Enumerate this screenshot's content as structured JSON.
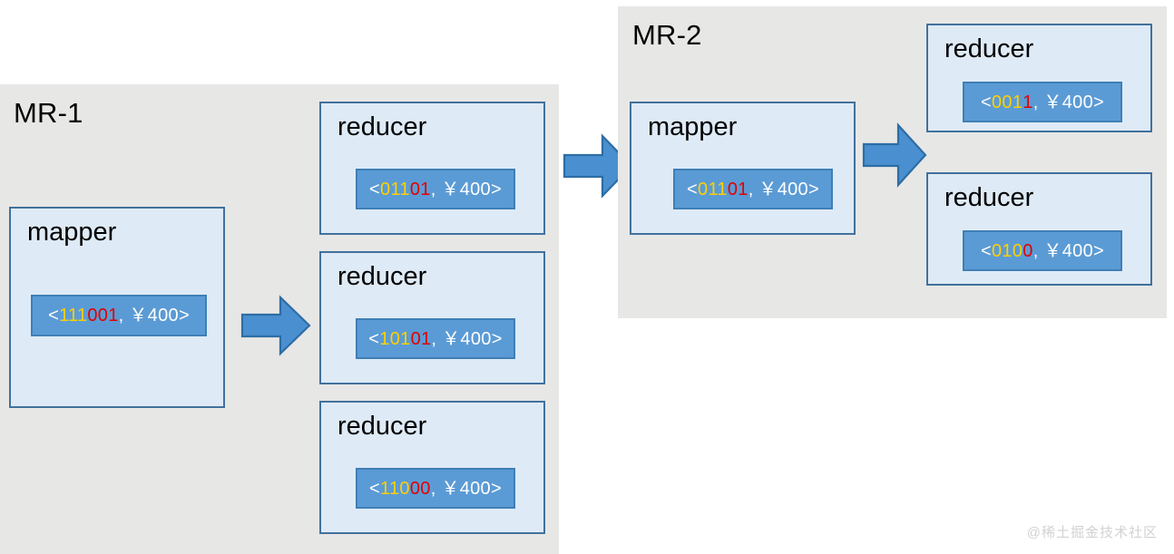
{
  "diagram": {
    "title_hidden": "",
    "background_color": "#ffffff",
    "panel_color": "#e7e7e6",
    "node_fill": "#deeaf6",
    "node_border": "#41719c",
    "chip_fill": "#5b9bd5",
    "chip_border": "#3f7fb5",
    "arrow_fill": "#4a8fd0",
    "arrow_border": "#2e6da4",
    "accent_yellow": "#ffd000",
    "accent_red": "#e00000"
  },
  "groups": [
    {
      "id": "mr1",
      "label": "MR-1"
    },
    {
      "id": "mr2",
      "label": "MR-2"
    }
  ],
  "mr1": {
    "mapper": {
      "title": "mapper",
      "chip": {
        "open": "<",
        "yellow": "111",
        "red": "001",
        "tail": ", ￥400>",
        "full_text": "<111001, ￥400>"
      }
    },
    "reducers": [
      {
        "title": "reducer",
        "chip": {
          "open": "<",
          "yellow": "011",
          "red": "01",
          "tail": ", ￥400>",
          "full_text": "<01101, ￥400>"
        }
      },
      {
        "title": "reducer",
        "chip": {
          "open": "<",
          "yellow": "101",
          "red": "01",
          "tail": ", ￥400>",
          "full_text": "<10101, ￥400>"
        }
      },
      {
        "title": "reducer",
        "chip": {
          "open": "<",
          "yellow": "110",
          "red": "00",
          "tail": ", ￥400>",
          "full_text": "<11000, ￥400>"
        }
      }
    ]
  },
  "mr2": {
    "mapper": {
      "title": "mapper",
      "chip": {
        "open": "<",
        "yellow": "011",
        "red": "01",
        "tail": ", ￥400>",
        "full_text": "<01101, ￥400>"
      }
    },
    "reducers": [
      {
        "title": "reducer",
        "chip": {
          "open": "<",
          "yellow": "001",
          "red": "1",
          "tail": ", ￥400>",
          "full_text": "<0011, ￥400>"
        }
      },
      {
        "title": "reducer",
        "chip": {
          "open": "<",
          "yellow": "010",
          "red": "0",
          "tail": ", ￥400>",
          "full_text": "<0100, ￥400>"
        }
      }
    ]
  },
  "arrows": [
    {
      "id": "arrow-1",
      "direction": "right",
      "from": "mr1-mapper",
      "to": "mr1-reducers"
    },
    {
      "id": "arrow-2",
      "direction": "right",
      "from": "mr1-reducers",
      "to": "mr2-mapper"
    },
    {
      "id": "arrow-3",
      "direction": "right",
      "from": "mr2-mapper",
      "to": "mr2-reducers"
    }
  ],
  "watermark": {
    "text": "@稀土掘金技术社区"
  }
}
